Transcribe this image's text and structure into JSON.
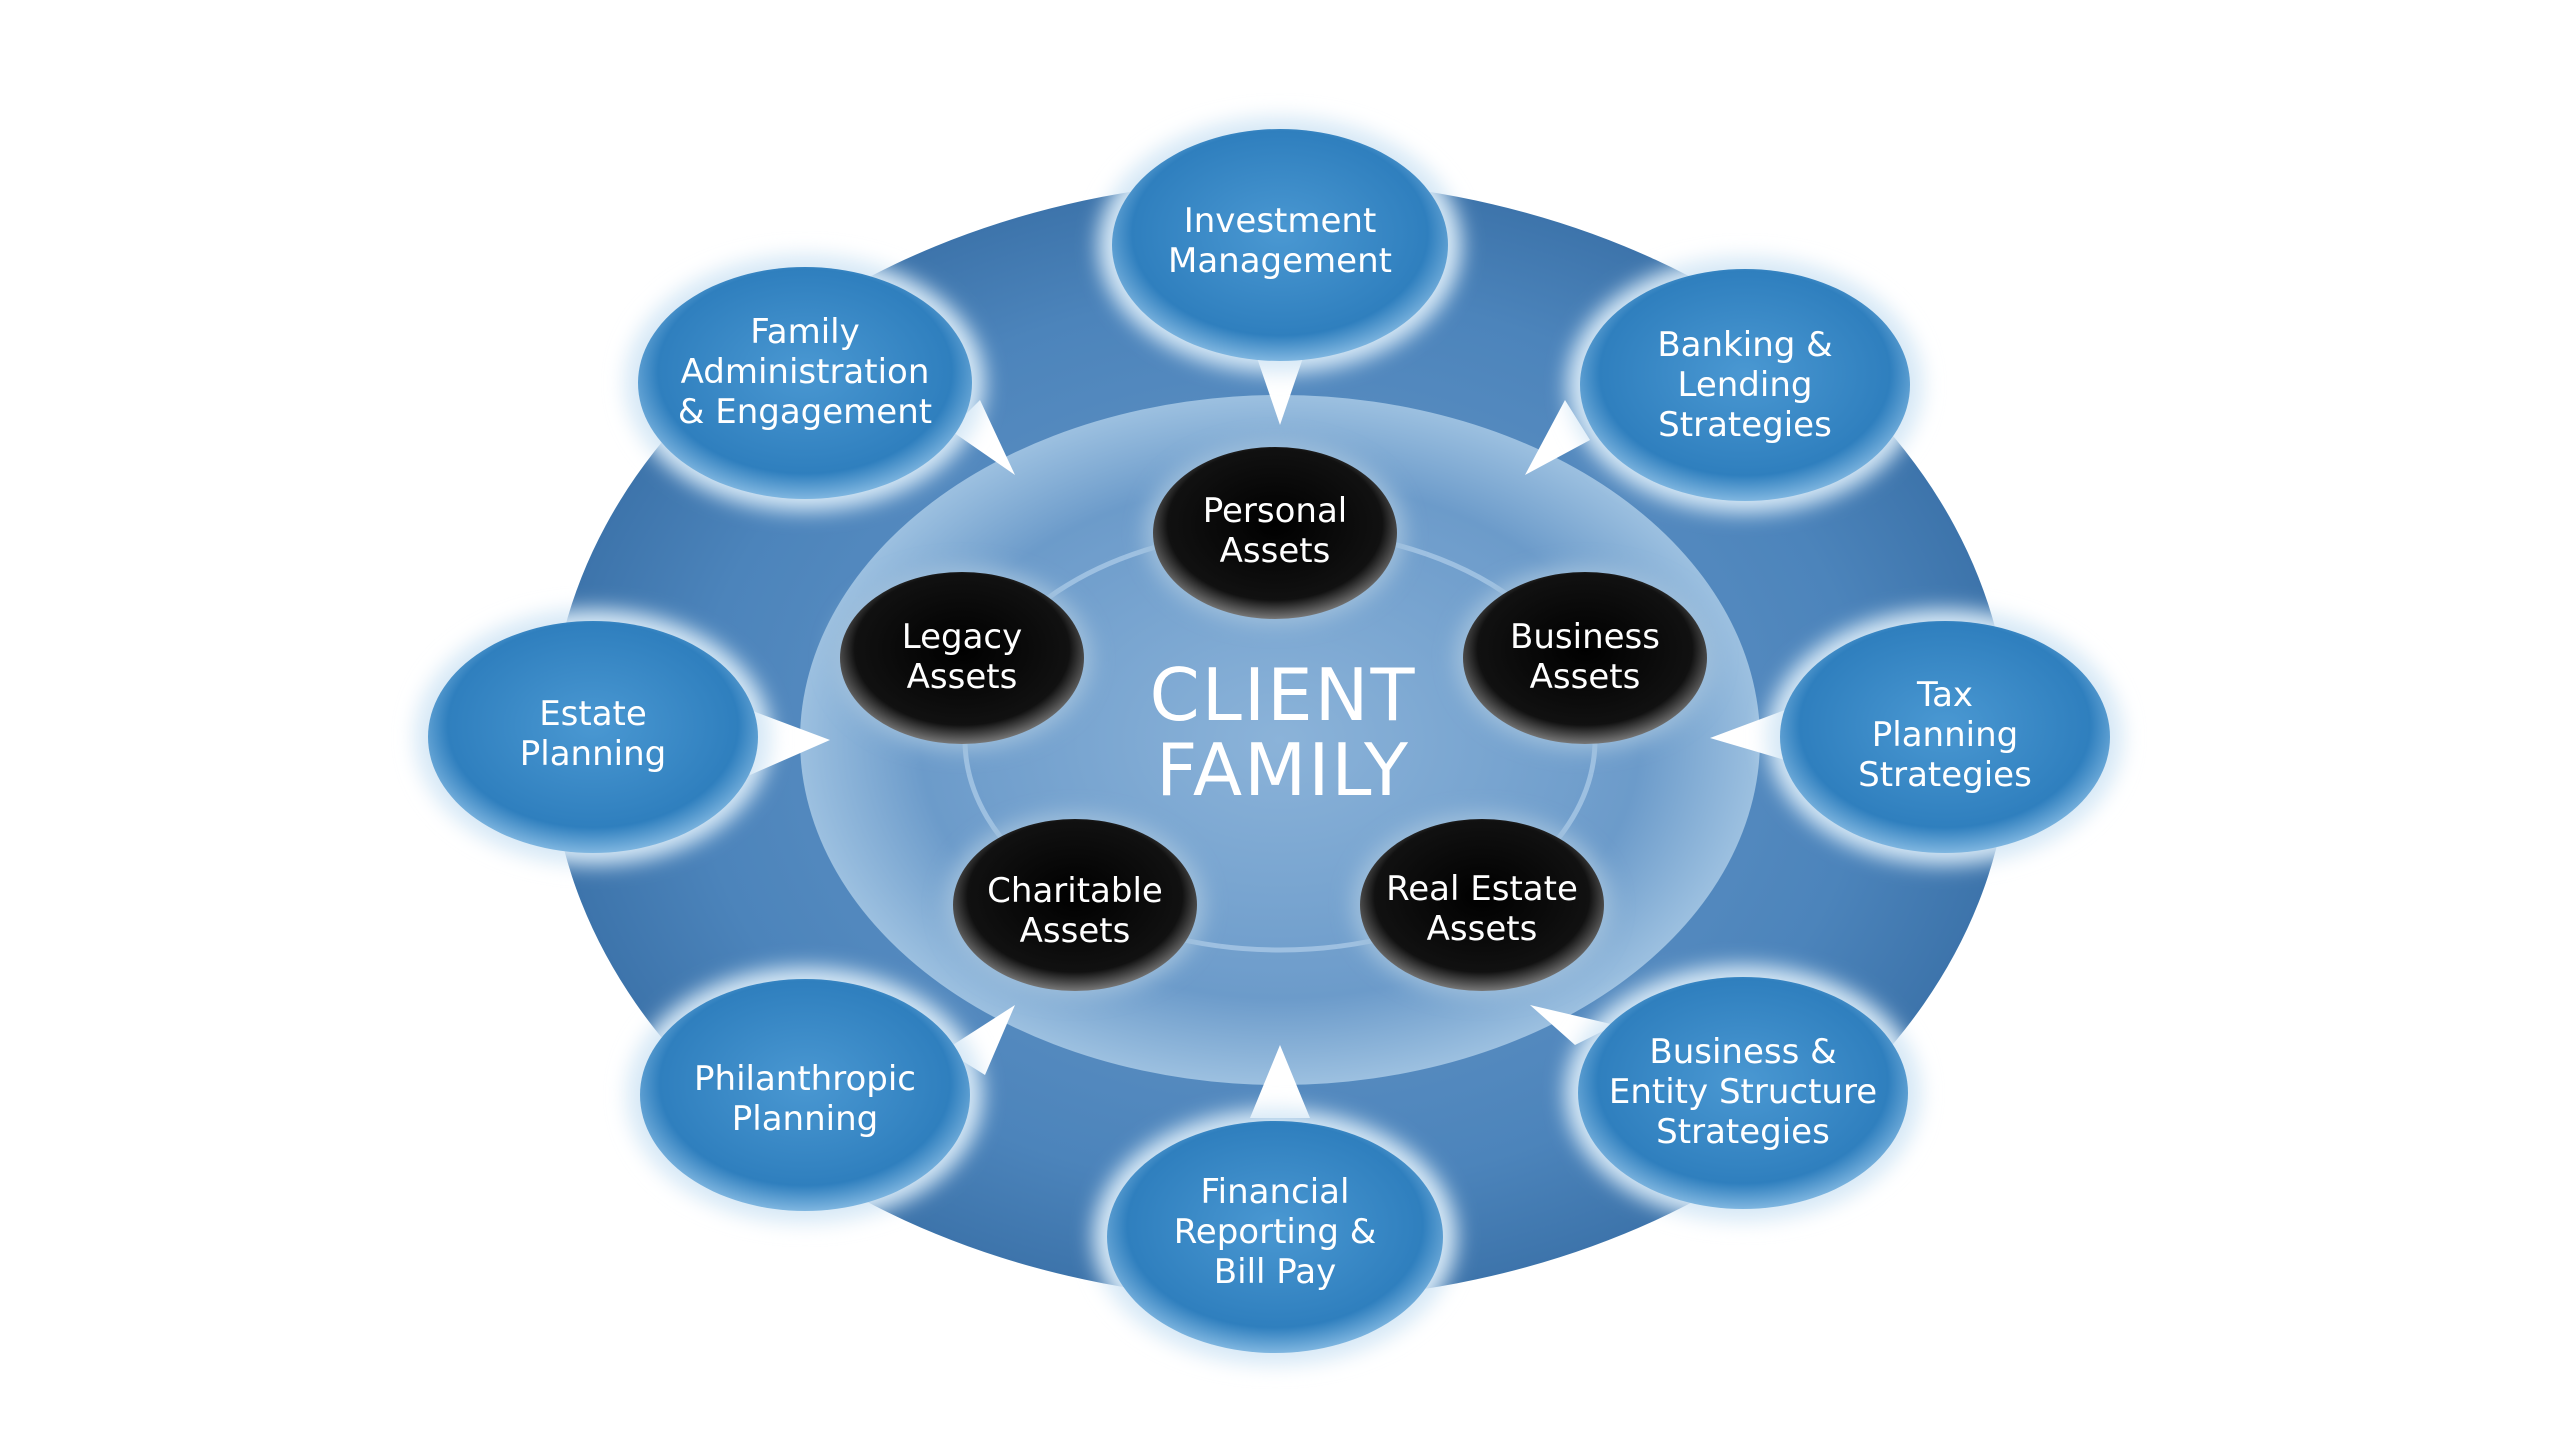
{
  "diagram": {
    "center": {
      "line1": "CLIENT",
      "line2": "FAMILY"
    },
    "assets": {
      "personal": [
        "Personal",
        "Assets"
      ],
      "business": [
        "Business",
        "Assets"
      ],
      "real_estate": [
        "Real Estate",
        "Assets"
      ],
      "charitable": [
        "Charitable",
        "Assets"
      ],
      "legacy": [
        "Legacy",
        "Assets"
      ]
    },
    "services": {
      "investment": [
        "Investment",
        "Management"
      ],
      "banking": [
        "Banking &",
        "Lending",
        "Strategies"
      ],
      "tax": [
        "Tax",
        "Planning",
        "Strategies"
      ],
      "business_entity": [
        "Business &",
        "Entity Structure",
        "Strategies"
      ],
      "financial_reporting": [
        "Financial",
        "Reporting &",
        "Bill Pay"
      ],
      "philanthropic": [
        "Philanthropic",
        "Planning"
      ],
      "estate": [
        "Estate",
        "Planning"
      ],
      "family_admin": [
        "Family",
        "Administration",
        "& Engagement"
      ]
    },
    "colors": {
      "outer_ring": "#4f87bd",
      "inner_disc": "#6f9ecb",
      "service_bubble": "#3b88c4",
      "asset_bubble": "#0a0a0a",
      "text": "#ffffff"
    }
  }
}
